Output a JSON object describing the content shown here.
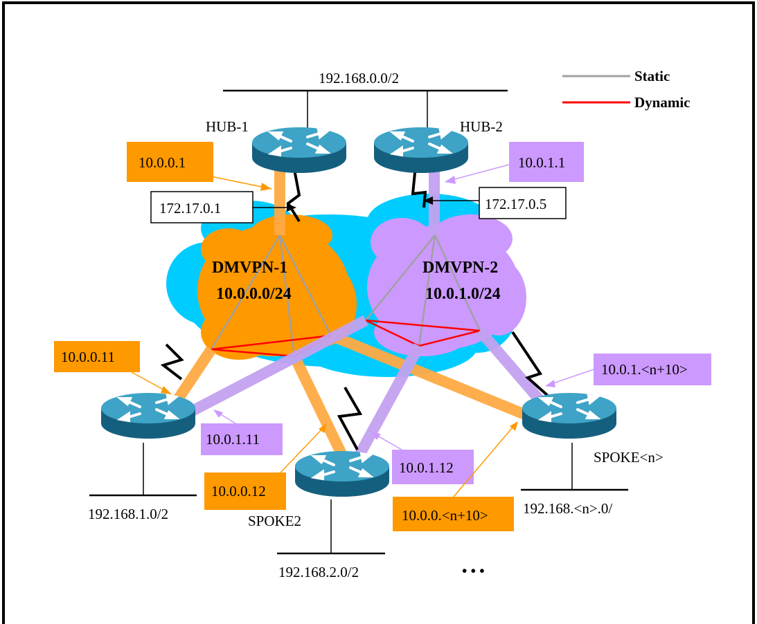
{
  "colors": {
    "frame": "#000000",
    "cloud": "#00ccff",
    "dmvpn1": "#ff9900",
    "dmvpn2": "#cc99ff",
    "tunnel1": "#ffaa44",
    "tunnel2": "#c3a2f0",
    "static": "#a0a0a0",
    "dynamic": "#ff0000",
    "router": "#1f7fa5"
  },
  "legend": {
    "static": "Static",
    "dynamic": "Dynamic"
  },
  "hub_lan": "192.168.0.0/2",
  "hubs": [
    {
      "name": "HUB-1",
      "tunnel_ip": "10.0.0.1",
      "public_ip": "172.17.0.1"
    },
    {
      "name": "HUB-2",
      "tunnel_ip": "10.0.1.1",
      "public_ip": "172.17.0.5"
    }
  ],
  "clouds": [
    {
      "name": "DMVPN-1",
      "subnet": "10.0.0.0/24"
    },
    {
      "name": "DMVPN-2",
      "subnet": "10.0.1.0/24"
    }
  ],
  "spokes": [
    {
      "name": "",
      "ip1": "10.0.0.11",
      "ip2": "10.0.1.11",
      "lan": "192.168.1.0/2"
    },
    {
      "name": "SPOKE2",
      "ip1": "10.0.0.12",
      "ip2": "10.0.1.12",
      "lan": "192.168.2.0/2"
    },
    {
      "name": "SPOKE<n>",
      "ip1": "10.0.0.<n+10>",
      "ip2": "10.0.1.<n+10>",
      "lan": "192.168.<n>.0/"
    }
  ],
  "ellipsis": "• • •"
}
